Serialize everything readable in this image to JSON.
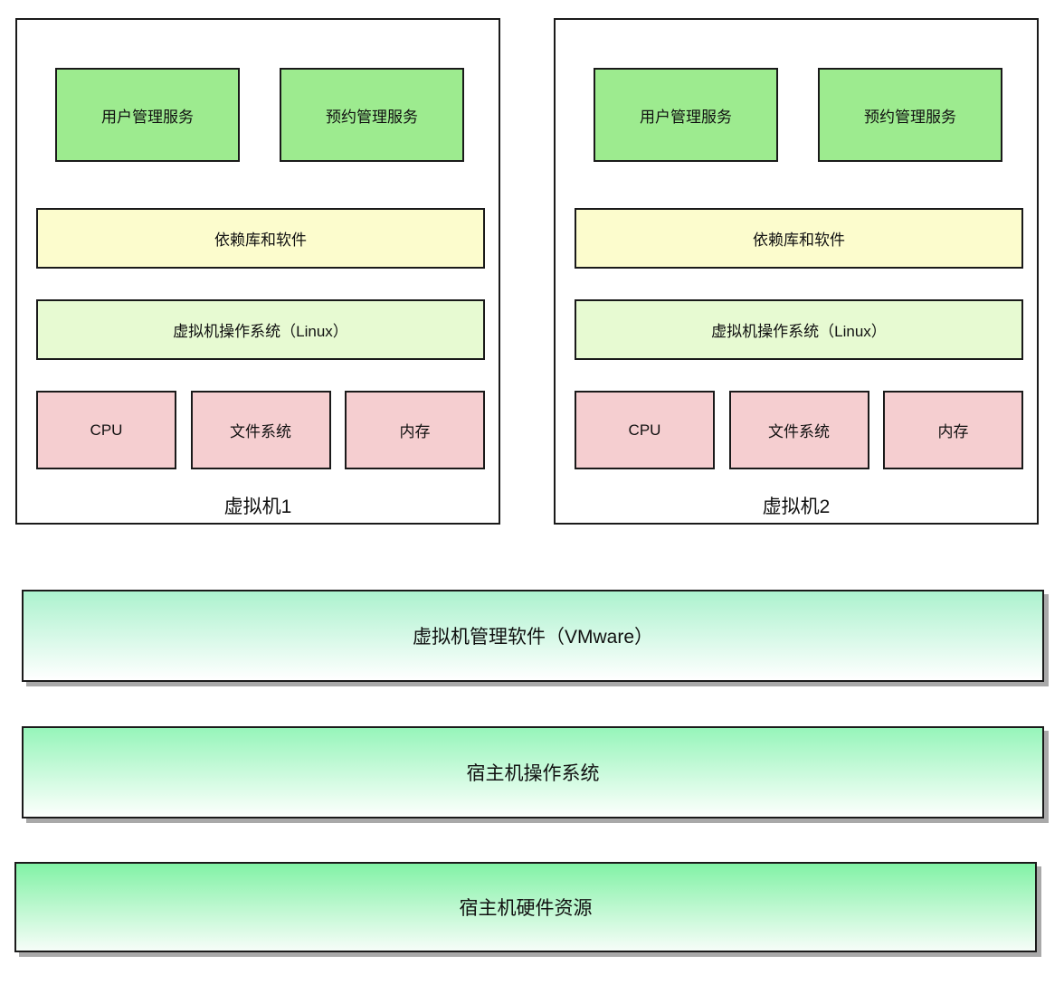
{
  "diagram_title": "virtualization-architecture",
  "vms": [
    {
      "label": "虚拟机1",
      "services": [
        "用户管理服务",
        "预约管理服务"
      ],
      "dependency": "依赖库和软件",
      "os": "虚拟机操作系统（Linux）",
      "resources": [
        "CPU",
        "文件系统",
        "内存"
      ]
    },
    {
      "label": "虚拟机2",
      "services": [
        "用户管理服务",
        "预约管理服务"
      ],
      "dependency": "依赖库和软件",
      "os": "虚拟机操作系统（Linux）",
      "resources": [
        "CPU",
        "文件系统",
        "内存"
      ]
    }
  ],
  "layers": [
    {
      "label": "虚拟机管理软件（VMware）",
      "top_color": "#acf2ce",
      "bottom_color": "#ffffff"
    },
    {
      "label": "宿主机操作系统",
      "top_color": "#96f5ba",
      "bottom_color": "#fdfffd"
    },
    {
      "label": "宿主机硬件资源",
      "top_color": "#82f2a6",
      "bottom_color": "#f6fdf8"
    }
  ],
  "colors": {
    "service_fill": "#9deb8f",
    "dependency_fill": "#fcfccd",
    "os_fill": "#e7fad2",
    "resource_fill": "#f5ced0",
    "border": "#1a1a1a",
    "layer_shadow": "#a9a9a9",
    "background": "#ffffff"
  }
}
